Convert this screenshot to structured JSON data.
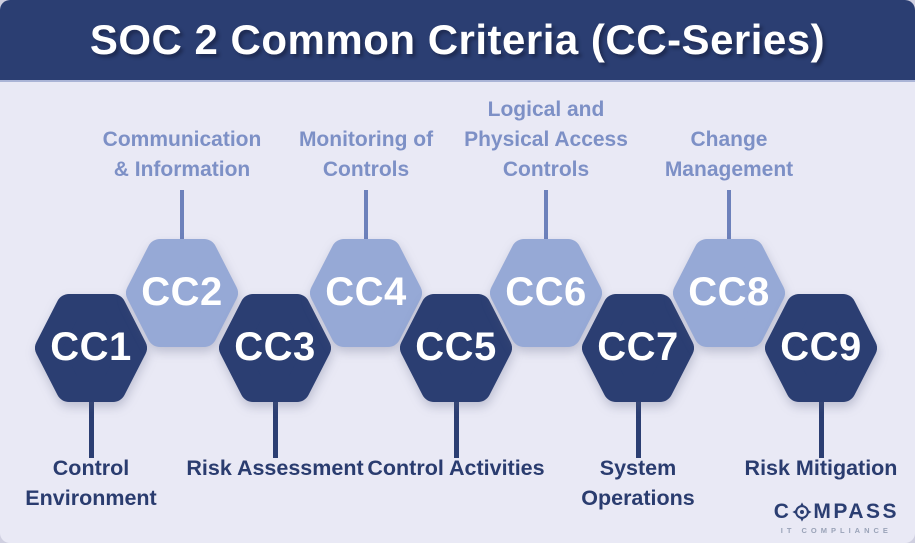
{
  "header": {
    "title": "SOC 2 Common Criteria (CC-Series)"
  },
  "hexagons": [
    {
      "label": "CC1",
      "tone": "dark",
      "criteria": "Control\nEnvironment",
      "criteria_position": "below"
    },
    {
      "label": "CC2",
      "tone": "light",
      "criteria": "Communication\n& Information",
      "criteria_position": "above"
    },
    {
      "label": "CC3",
      "tone": "dark",
      "criteria": "Risk Assessment",
      "criteria_position": "below"
    },
    {
      "label": "CC4",
      "tone": "light",
      "criteria": "Monitoring of\nControls",
      "criteria_position": "above"
    },
    {
      "label": "CC5",
      "tone": "dark",
      "criteria": "Control Activities",
      "criteria_position": "below"
    },
    {
      "label": "CC6",
      "tone": "light",
      "criteria": "Logical and\nPhysical Access\nControls",
      "criteria_position": "above"
    },
    {
      "label": "CC7",
      "tone": "dark",
      "criteria": "System\nOperations",
      "criteria_position": "below"
    },
    {
      "label": "CC8",
      "tone": "light",
      "criteria": "Change\nManagement",
      "criteria_position": "above"
    },
    {
      "label": "CC9",
      "tone": "dark",
      "criteria": "Risk Mitigation",
      "criteria_position": "below"
    }
  ],
  "logo": {
    "prefix": "C",
    "suffix": "MPASS",
    "subtext": "IT COMPLIANCE",
    "icon": "compass-rose-icon"
  },
  "colors": {
    "header_bg": "#2b3e72",
    "canvas_bg": "#e9e9f5",
    "dark_hex": "#2b3e72",
    "light_hex": "#96a9d6",
    "hex_text": "#ffffff",
    "top_label": "#7d90c6",
    "bottom_label": "#2a3c6f",
    "line_top": "#6d81bb",
    "line_bottom": "#2b3e72",
    "logo_navy": "#2b3e72",
    "logo_gray": "#9aa3b8"
  }
}
